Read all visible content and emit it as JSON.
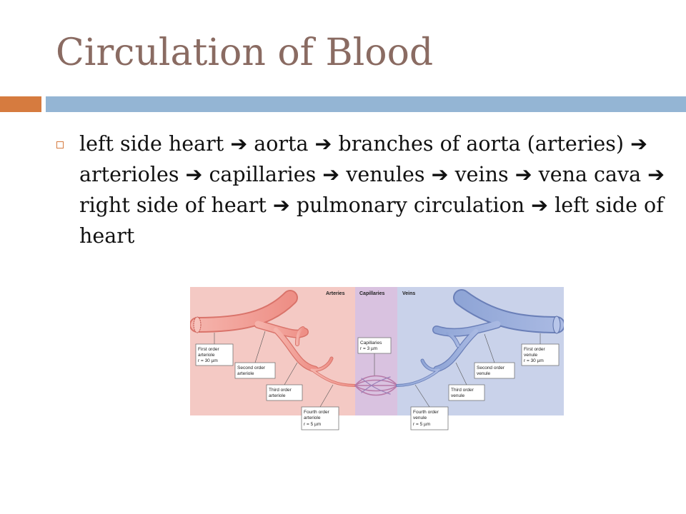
{
  "slide": {
    "title": "Circulation of Blood",
    "bullet_segments": [
      "left side heart",
      "aorta",
      "branches of aorta (arteries)",
      "arterioles",
      "capillaries",
      "venules",
      "veins",
      "vena cava",
      "right side of heart",
      "pulmonary circulation",
      "left side of heart"
    ],
    "arrow_glyph": "➔"
  },
  "colors": {
    "title": "#8a6b62",
    "accent_orange": "#d67b3f",
    "accent_blue": "#94b5d4",
    "arteries_bg": "#f4c9c4",
    "capillaries_bg": "#d9c2e0",
    "veins_bg": "#c9d2ea"
  },
  "figure": {
    "headers": {
      "arteries": "Arteries",
      "capillaries": "Capillaries",
      "veins": "Veins"
    },
    "labels": {
      "first_arteriole": [
        "First order",
        "arteriole",
        "r = 30 µm"
      ],
      "second_arteriole": [
        "Second order",
        "arteriole"
      ],
      "third_arteriole": [
        "Third order",
        "arteriole"
      ],
      "fourth_arteriole": [
        "Fourth order",
        "arteriole",
        "r = 5 µm"
      ],
      "capillaries": [
        "Capillaries",
        "r = 3 µm"
      ],
      "fourth_venule": [
        "Fourth order",
        "venule",
        "r = 5 µm"
      ],
      "third_venule": [
        "Third order",
        "venule"
      ],
      "second_venule": [
        "Second order",
        "venule"
      ],
      "first_venule": [
        "First order",
        "venule",
        "r = 30 µm"
      ]
    }
  }
}
